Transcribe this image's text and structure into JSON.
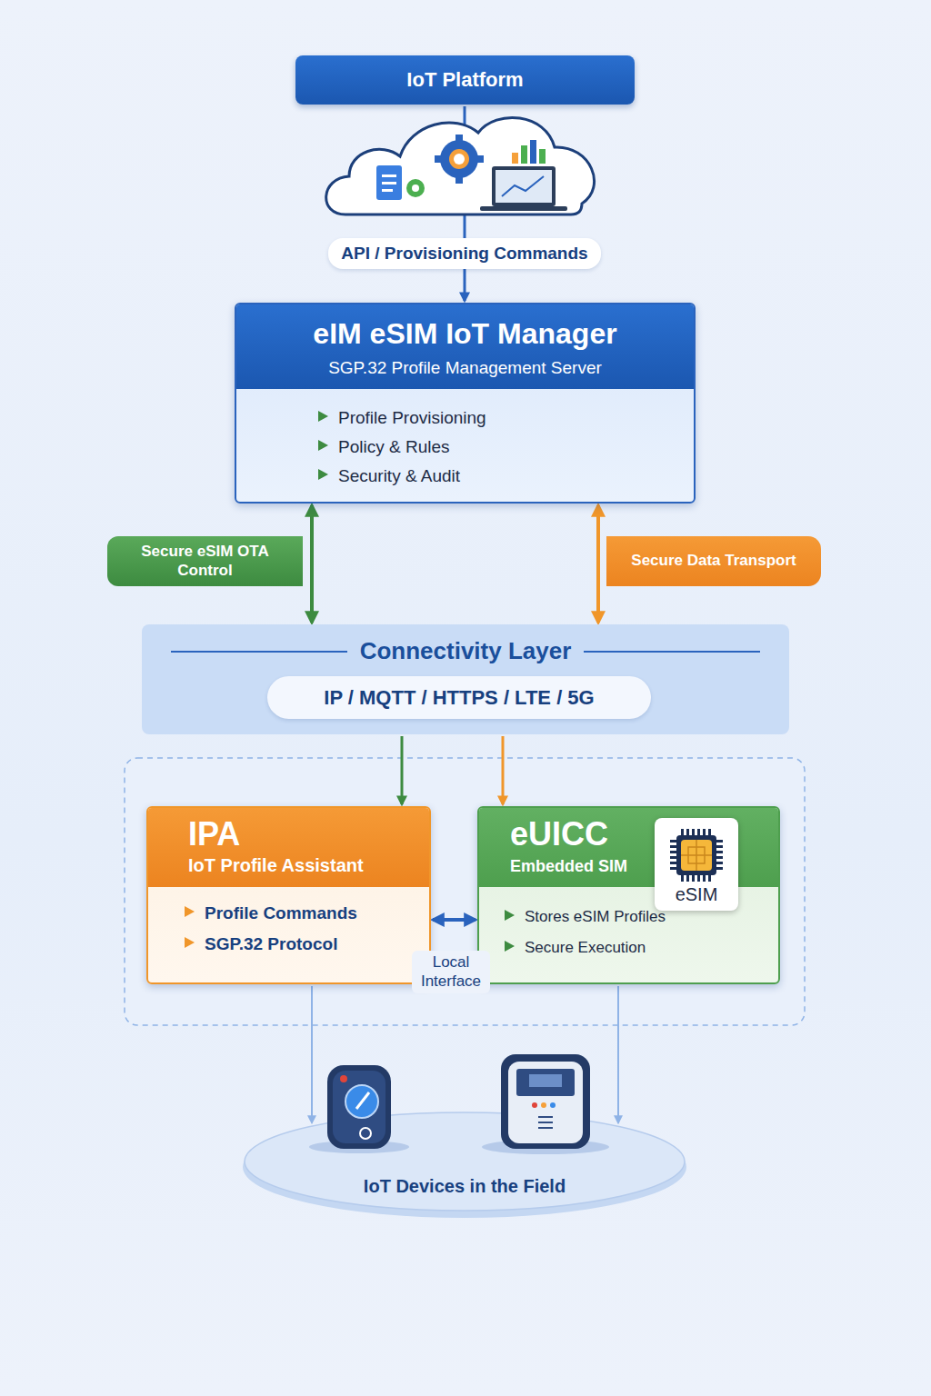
{
  "diagram": {
    "nodes": [
      {
        "text": [
          "IoT Platform"
        ]
      },
      {
        "text": [
          "eIM eSIM IoT Manager",
          "SGP.32 Profile Management Server",
          "Profile Provisioning",
          "Policy & Rules",
          "Security & Audit"
        ]
      },
      {
        "text": [
          "Connectivity Layer"
        ]
      },
      {
        "text": [
          "IP / MQTT / HTTPS / LTE / 5G"
        ],
        "in": 2
      },
      {
        "text": [
          "IPA",
          "IoT Profile Assistant",
          "Profile Commands",
          "SGP.32 Protocol"
        ]
      },
      {
        "text": [
          "eUICC",
          "Embedded SIM",
          "Stores eSIM Profiles",
          "Secure Execution"
        ]
      },
      {
        "text": [
          "eSIM"
        ],
        "in": 5
      },
      {
        "text": [
          "IoT Devices in the Field"
        ]
      }
    ],
    "edges": [
      {
        "from": 0,
        "to": 1,
        "label": "API / Provisioning Commands",
        "arrow": "to"
      },
      {
        "from": 1,
        "to": 2,
        "label": "Secure eSIM OTA Control",
        "arrow": "both"
      },
      {
        "from": 1,
        "to": 2,
        "label": "Secure Data Transport",
        "arrow": "both"
      },
      {
        "from": 2,
        "to": 4,
        "arrow": "to"
      },
      {
        "from": 2,
        "to": 5,
        "arrow": "to"
      },
      {
        "from": 4,
        "to": 5,
        "label": "Local Interface",
        "arrow": "both"
      },
      {
        "from": 4,
        "to": 7,
        "arrow": "to"
      },
      {
        "from": 5,
        "to": 7,
        "arrow": "to"
      }
    ]
  }
}
